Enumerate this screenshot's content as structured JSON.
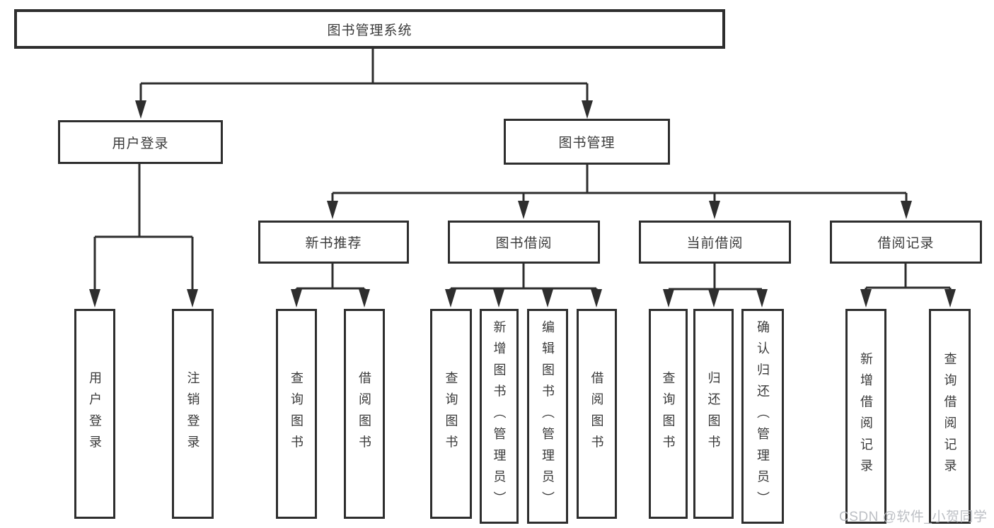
{
  "diagram_type": "hierarchy-tree",
  "colors": {
    "background": "#ffffff",
    "box_border": "#2e2e2e",
    "connector_line": "#2e2e2e",
    "text": "#3a3a3a",
    "watermark_text": "#b8bcc1"
  },
  "nodes": {
    "root": {
      "label": "图书管理系统"
    },
    "level2": [
      {
        "label": "用户登录"
      },
      {
        "label": "图书管理"
      }
    ],
    "level3": [
      {
        "label": "新书推荐",
        "parent": "图书管理"
      },
      {
        "label": "图书借阅",
        "parent": "图书管理"
      },
      {
        "label": "当前借阅",
        "parent": "图书管理"
      },
      {
        "label": "借阅记录",
        "parent": "图书管理"
      }
    ],
    "leaves": [
      {
        "label": "用户登录",
        "parent": "用户登录"
      },
      {
        "label": "注销登录",
        "parent": "用户登录"
      },
      {
        "label": "查询图书",
        "parent": "新书推荐"
      },
      {
        "label": "借阅图书",
        "parent": "新书推荐"
      },
      {
        "label": "查询图书",
        "parent": "图书借阅"
      },
      {
        "label": "新增图书（管理员）",
        "parent": "图书借阅"
      },
      {
        "label": "编辑图书（管理员）",
        "parent": "图书借阅"
      },
      {
        "label": "借阅图书",
        "parent": "图书借阅"
      },
      {
        "label": "查询图书",
        "parent": "当前借阅"
      },
      {
        "label": "归还图书",
        "parent": "当前借阅"
      },
      {
        "label": "确认归还（管理员）",
        "parent": "当前借阅"
      },
      {
        "label": "新增借阅记录",
        "parent": "借阅记录"
      },
      {
        "label": "查询借阅记录",
        "parent": "借阅记录"
      }
    ]
  },
  "watermark": {
    "text": "CSDN @软件_小贺同学"
  }
}
